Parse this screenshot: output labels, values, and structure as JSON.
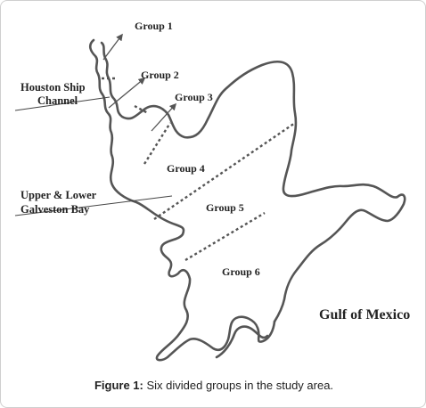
{
  "map": {
    "groups": [
      {
        "label": "Group 1"
      },
      {
        "label": "Group 2"
      },
      {
        "label": "Group 3"
      },
      {
        "label": "Group 4"
      },
      {
        "label": "Group 5"
      },
      {
        "label": "Group 6"
      }
    ],
    "places": {
      "ship_channel": [
        "Houston Ship",
        "Channel"
      ],
      "galveston_bay": [
        "Upper & Lower",
        "Galveston Bay"
      ],
      "gulf": "Gulf of Mexico"
    },
    "colors": {
      "coastline": "#555555",
      "text": "#222222",
      "border": "#cfcfcf"
    }
  },
  "caption": {
    "prefix": "Figure 1:",
    "text": " Six divided groups in the study area."
  }
}
